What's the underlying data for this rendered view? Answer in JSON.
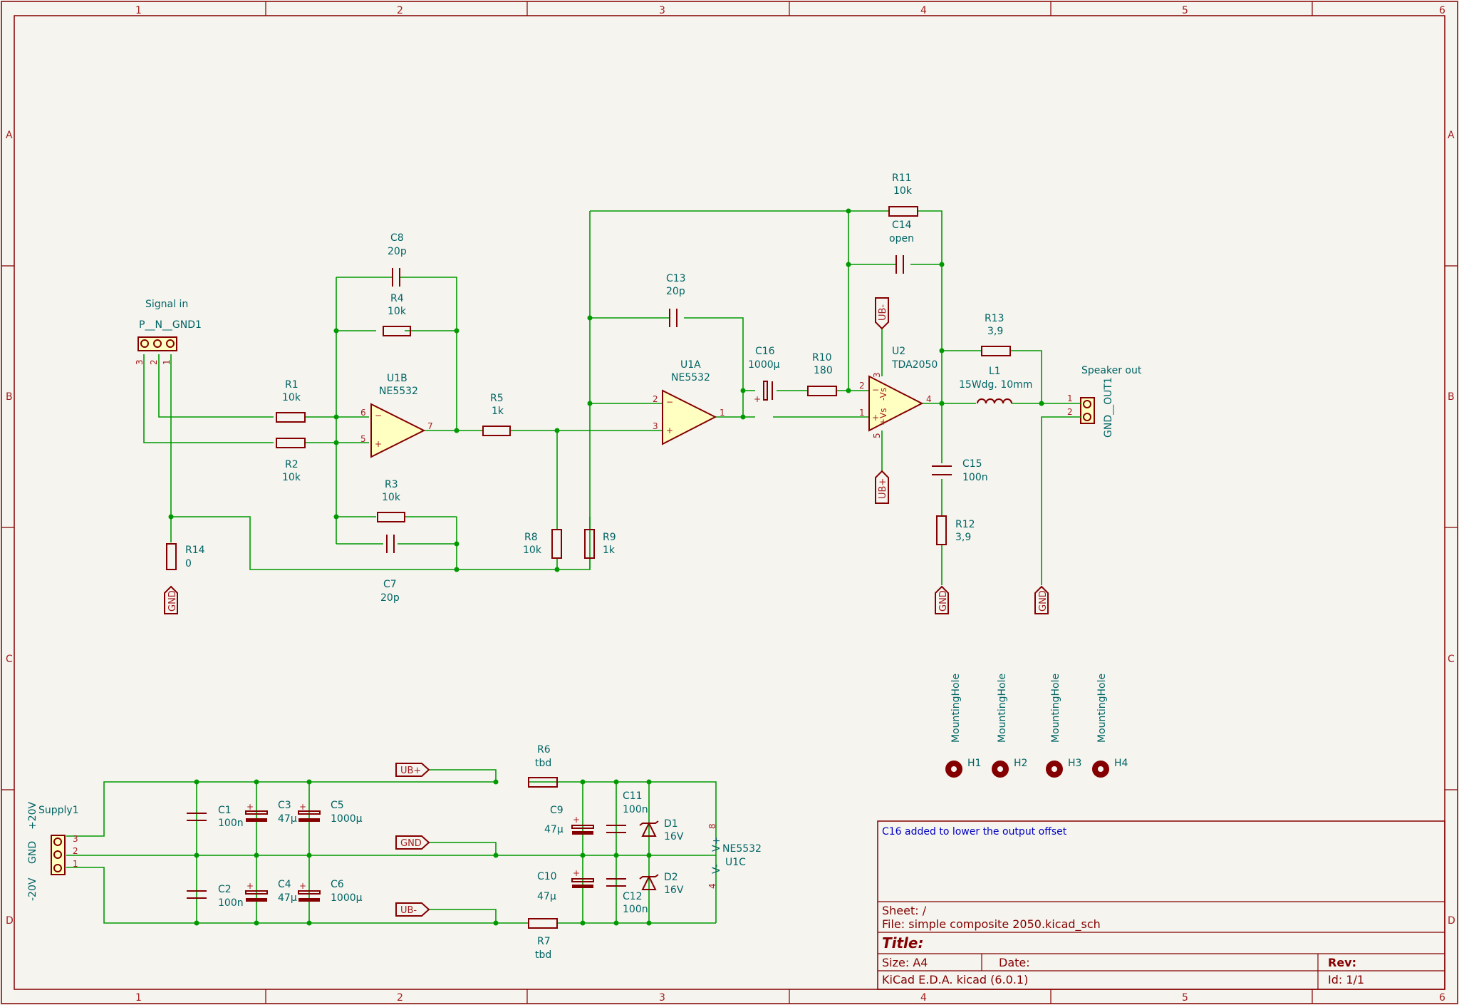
{
  "frame": {
    "columns": [
      "1",
      "2",
      "3",
      "4",
      "5",
      "6"
    ],
    "rows": [
      "A",
      "B",
      "C",
      "D"
    ]
  },
  "components": {
    "signal_in": {
      "label": "Signal in",
      "ref": "P__N__GND1",
      "pins": [
        "3",
        "2",
        "1"
      ]
    },
    "u1b": {
      "ref": "U1B",
      "value": "NE5532",
      "pins": {
        "inv": "6",
        "noninv": "5",
        "out": "7"
      }
    },
    "u1a": {
      "ref": "U1A",
      "value": "NE5532",
      "pins": {
        "inv": "2",
        "noninv": "3",
        "out": "1"
      }
    },
    "u1c": {
      "ref": "U1C",
      "value": "NE5532",
      "pins": {
        "vplus": "8",
        "vminus": "4"
      },
      "labels": {
        "vplus": "V+",
        "vminus": "V-"
      }
    },
    "u2": {
      "ref": "U2",
      "value": "TDA2050",
      "pins": {
        "inv": "2",
        "noninv": "1",
        "out": "4",
        "top": "3",
        "bottom": "5"
      },
      "labels": {
        "vneg": "-Vs",
        "vpos": "+Vs"
      }
    },
    "r1": {
      "ref": "R1",
      "value": "10k"
    },
    "r2": {
      "ref": "R2",
      "value": "10k"
    },
    "r3": {
      "ref": "R3",
      "value": "10k"
    },
    "r4": {
      "ref": "R4",
      "value": "10k"
    },
    "r5": {
      "ref": "R5",
      "value": "1k"
    },
    "r6": {
      "ref": "R6",
      "value": "tbd"
    },
    "r7": {
      "ref": "R7",
      "value": "tbd"
    },
    "r8": {
      "ref": "R8",
      "value": "10k"
    },
    "r9": {
      "ref": "R9",
      "value": "1k"
    },
    "r10": {
      "ref": "R10",
      "value": "180"
    },
    "r11": {
      "ref": "R11",
      "value": "10k"
    },
    "r12": {
      "ref": "R12",
      "value": "3,9"
    },
    "r13": {
      "ref": "R13",
      "value": "3,9"
    },
    "r14": {
      "ref": "R14",
      "value": "0"
    },
    "c1": {
      "ref": "C1",
      "value": "100n"
    },
    "c2": {
      "ref": "C2",
      "value": "100n"
    },
    "c3": {
      "ref": "C3",
      "value": "47µ"
    },
    "c4": {
      "ref": "C4",
      "value": "47µ"
    },
    "c5": {
      "ref": "C5",
      "value": "1000µ"
    },
    "c6": {
      "ref": "C6",
      "value": "1000µ"
    },
    "c7": {
      "ref": "C7",
      "value": "20p"
    },
    "c8": {
      "ref": "C8",
      "value": "20p"
    },
    "c9": {
      "ref": "C9",
      "value": "47µ"
    },
    "c10": {
      "ref": "C10",
      "value": "47µ"
    },
    "c11": {
      "ref": "C11",
      "value": "100n"
    },
    "c12": {
      "ref": "C12",
      "value": "100n"
    },
    "c13": {
      "ref": "C13",
      "value": "20p"
    },
    "c14": {
      "ref": "C14",
      "value": "open"
    },
    "c15": {
      "ref": "C15",
      "value": "100n"
    },
    "c16": {
      "ref": "C16",
      "value": "1000µ"
    },
    "d1": {
      "ref": "D1",
      "value": "16V"
    },
    "d2": {
      "ref": "D2",
      "value": "16V"
    },
    "l1": {
      "ref": "L1",
      "value": "15Wdg. 10mm"
    },
    "speaker_out": {
      "label": "Speaker out",
      "ref": "GND__OUT1",
      "pins": [
        "1",
        "2"
      ]
    },
    "supply": {
      "ref": "Supply1",
      "labels": [
        "+20V",
        "GND",
        "-20V"
      ],
      "pins": [
        "3",
        "2",
        "1"
      ]
    },
    "holes": [
      {
        "ref": "H1",
        "value": "MountingHole"
      },
      {
        "ref": "H2",
        "value": "MountingHole"
      },
      {
        "ref": "H3",
        "value": "MountingHole"
      },
      {
        "ref": "H4",
        "value": "MountingHole"
      }
    ]
  },
  "net_labels": {
    "gnd": "GND",
    "ub_plus": "UB+",
    "ub_minus": "UB-"
  },
  "title_block": {
    "comment": "C16 added to lower the output offset",
    "sheet": "Sheet: /",
    "file": "File: simple composite 2050.kicad_sch",
    "title": "Title:",
    "size": "Size: A4",
    "date": "Date:",
    "rev": "Rev:",
    "tool": "KiCad E.D.A.  kicad (6.0.1)",
    "id": "Id: 1/1"
  },
  "colors": {
    "frame": "#840000",
    "wire": "#009a00",
    "symbol": "#840000",
    "symbol_fill": "#ffffc2",
    "reference": "#006464",
    "pin_number": "#a51e1e",
    "comment": "#0000c2",
    "background": "#f5f4ef"
  }
}
